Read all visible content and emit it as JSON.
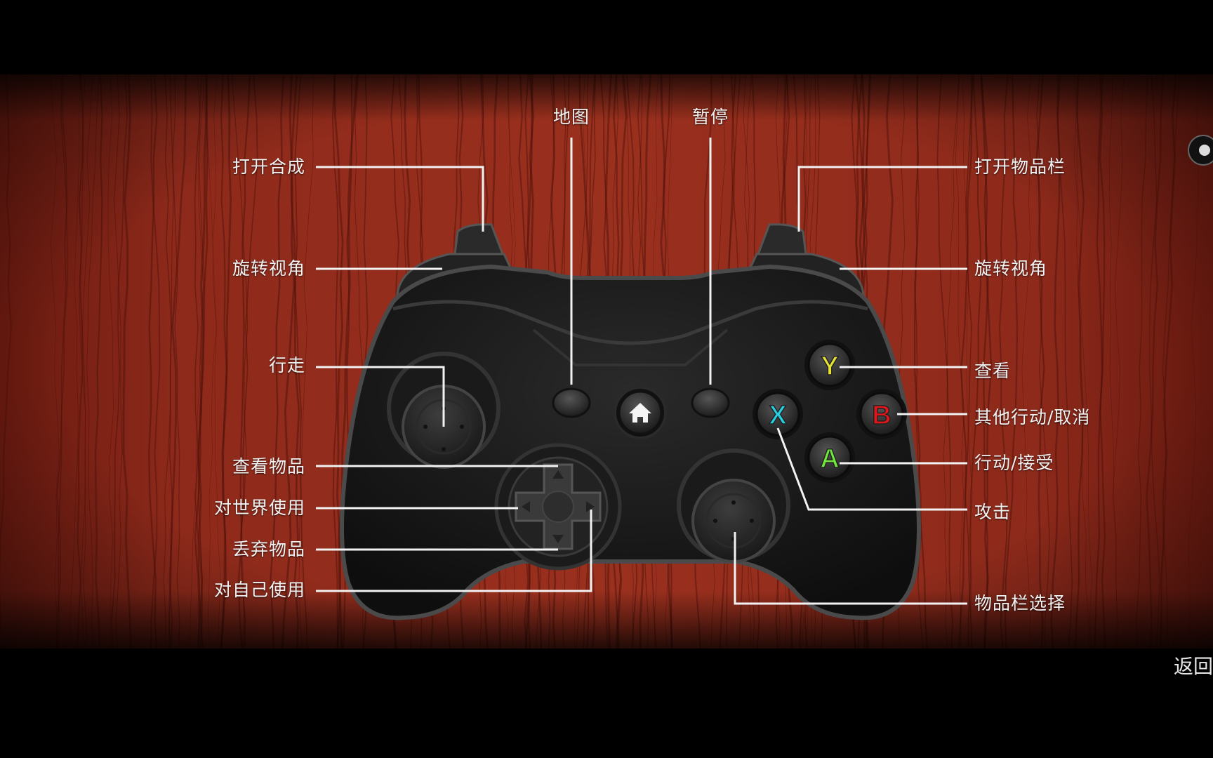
{
  "screen": {
    "title": "",
    "back_label": "返回"
  },
  "colors": {
    "background": "#000000",
    "wood_base": "#8e2a1b",
    "wood_dark": "#5a140c",
    "controller_body": "#1a1a1a",
    "controller_edge": "#4a4a4a",
    "button_y": "#e6e233",
    "button_b": "#e0161b",
    "button_a": "#6fe73b",
    "button_x": "#27d0e0",
    "leader_line": "#f2f2f2"
  },
  "controller": {
    "buttons": {
      "y": "Y",
      "b": "B",
      "a": "A",
      "x": "X"
    },
    "home_icon": "home-icon"
  },
  "mappings": {
    "left_trigger": "打开合成",
    "left_bumper": "旋转视角",
    "left_stick": "行走",
    "dpad_up": "查看物品",
    "dpad_left": "对世界使用",
    "dpad_down": "丢弃物品",
    "dpad_right": "对自己使用",
    "back_button": "地图",
    "start_button": "暂停",
    "right_trigger": "打开物品栏",
    "right_bumper": "旋转视角",
    "button_y": "查看",
    "button_b": "其他行动/取消",
    "button_a": "行动/接受",
    "button_x": "攻击",
    "right_stick": "物品栏选择"
  }
}
